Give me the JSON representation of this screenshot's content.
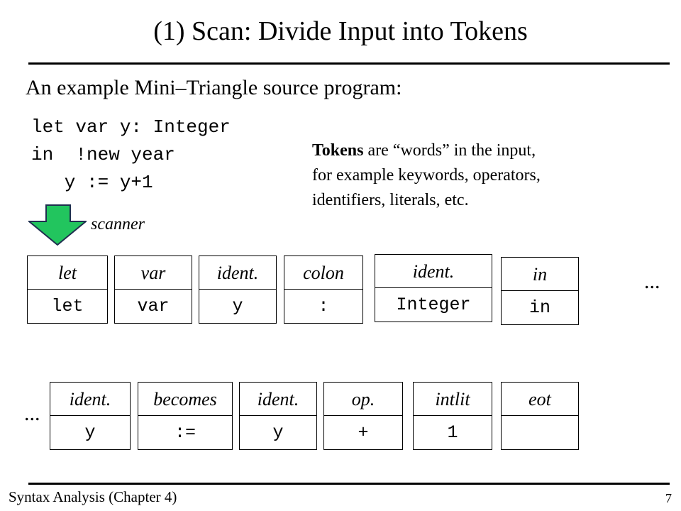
{
  "title": "(1) Scan: Divide Input into Tokens",
  "subtitle": "An example Mini–Triangle source program:",
  "code_lines": [
    "let var y: Integer",
    "in  !new year",
    "   y := y+1"
  ],
  "note": {
    "bold": "Tokens",
    "line1_rest": " are “words” in the input,",
    "line2": "for example  keywords, operators,",
    "line3": "identifiers, literals, etc."
  },
  "scanner_label": "scanner",
  "tokens_row1": [
    {
      "kind": "let",
      "spelling": "let"
    },
    {
      "kind": "var",
      "spelling": "var"
    },
    {
      "kind": "ident.",
      "spelling": "y"
    },
    {
      "kind": "colon",
      "spelling": ":"
    },
    {
      "kind": "ident.",
      "spelling": "Integer"
    },
    {
      "kind": "in",
      "spelling": "in"
    }
  ],
  "tokens_row2": [
    {
      "kind": "ident.",
      "spelling": "y"
    },
    {
      "kind": "becomes",
      "spelling": ":="
    },
    {
      "kind": "ident.",
      "spelling": "y"
    },
    {
      "kind": "op.",
      "spelling": "+"
    },
    {
      "kind": "intlit",
      "spelling": "1"
    },
    {
      "kind": "eot",
      "spelling": ""
    }
  ],
  "ellipsis": "...",
  "footer": "Syntax Analysis (Chapter 4)",
  "page_number": "7",
  "colors": {
    "arrow_fill": "#22c55e",
    "arrow_stroke": "#1f2f4f"
  }
}
